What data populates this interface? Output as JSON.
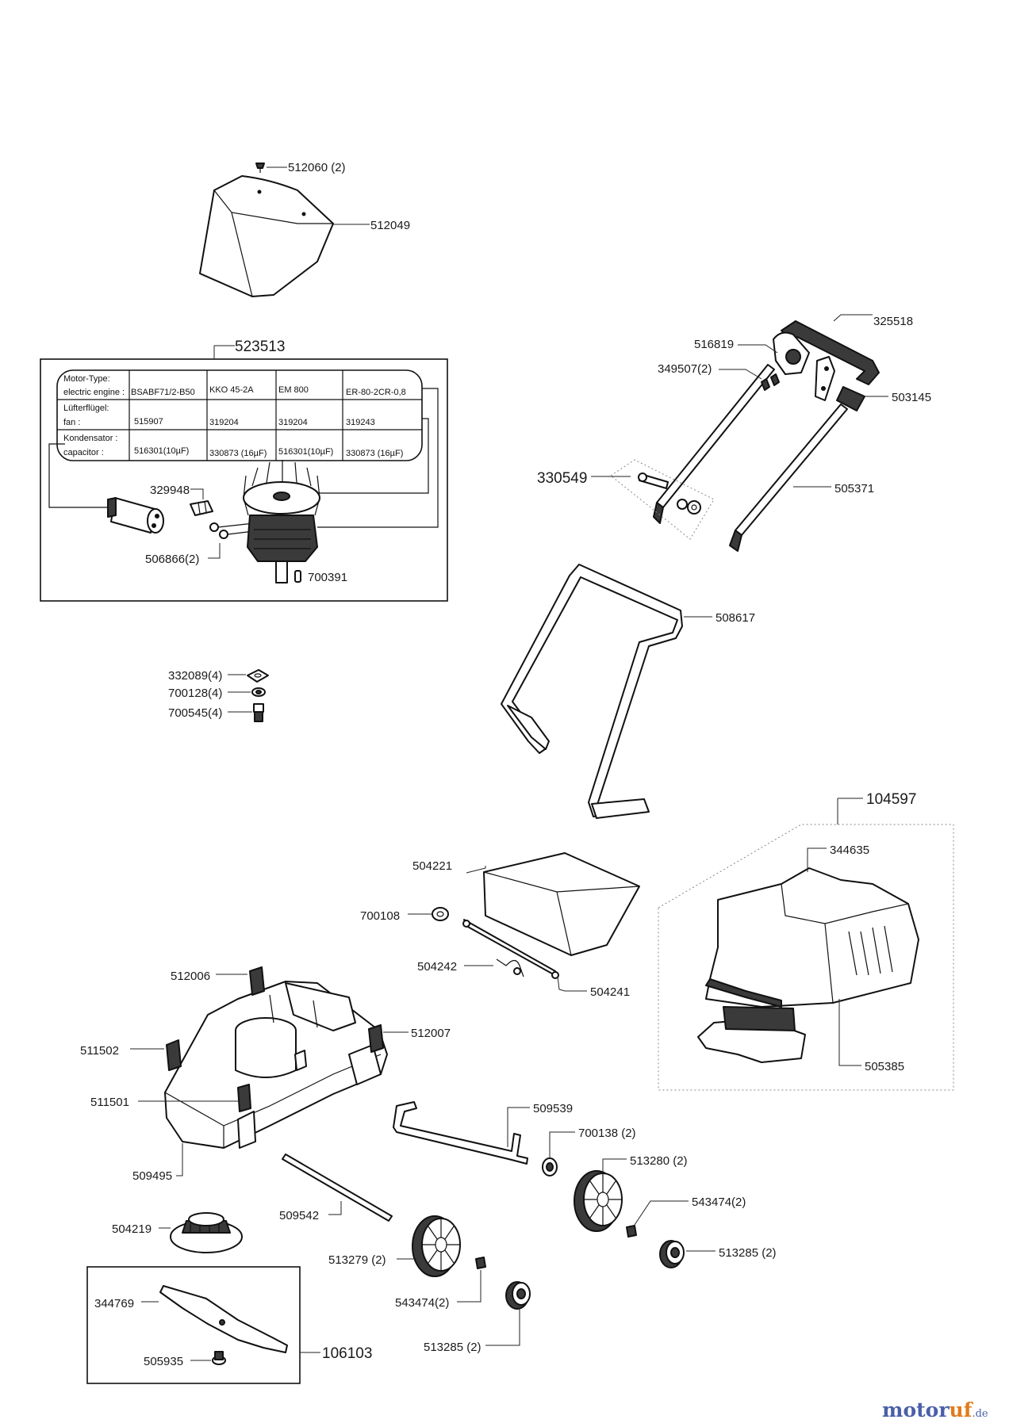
{
  "labels": {
    "p512060": "512060 (2)",
    "p512049": "512049",
    "p523513": "523513",
    "p329948": "329948",
    "p506866": "506866(2)",
    "p700391": "700391",
    "p325518": "325518",
    "p516819": "516819",
    "p349507": "349507(2)",
    "p503145": "503145",
    "p330549": "330549",
    "p505371": "505371",
    "p508617": "508617",
    "p332089": "332089(4)",
    "p700128": "700128(4)",
    "p700545": "700545(4)",
    "p104597": "104597",
    "p344635": "344635",
    "p505385": "505385",
    "p504221": "504221",
    "p700108": "700108",
    "p504242": "504242",
    "p504241": "504241",
    "p512006": "512006",
    "p512007": "512007",
    "p511502": "511502",
    "p511501": "511501",
    "p509495": "509495",
    "p509539": "509539",
    "p700138": "700138 (2)",
    "p513280": "513280 (2)",
    "p543474a": "543474(2)",
    "p509542": "509542",
    "p504219": "504219",
    "p513285a": "513285 (2)",
    "p513279": "513279 (2)",
    "p543474b": "543474(2)",
    "p344769": "344769",
    "p106103": "106103",
    "p505935": "505935",
    "p513285b": "513285 (2)"
  },
  "motor_table": {
    "row1_head_a": "Motor-Type:",
    "row1_head_b": "electric engine :",
    "row2_head_a": "Lüfterflügel:",
    "row2_head_b": "fan :",
    "row3_head_a": "Kondensator :",
    "row3_head_b": "capacitor :",
    "row1": [
      "BSABF71/2-B50",
      "KKO 45-2A",
      "EM 800",
      "ER-80-2CR-0,8"
    ],
    "row2": [
      "515907",
      "319204",
      "319204",
      "319243"
    ],
    "row3": [
      "516301(10µF)",
      "330873 (16µF)",
      "516301(10µF)",
      "330873 (16µF)"
    ]
  },
  "watermark": {
    "part_a": "motor",
    "part_b": "uf",
    "part_c": ".de"
  }
}
